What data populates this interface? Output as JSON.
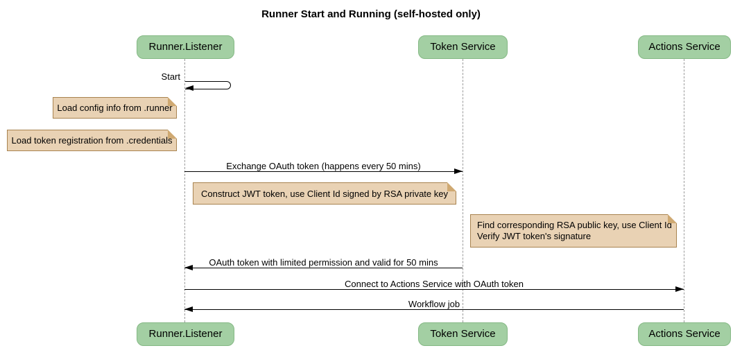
{
  "title": "Runner Start and Running (self-hosted only)",
  "participants": [
    {
      "label": "Runner.Listener"
    },
    {
      "label": "Token Service"
    },
    {
      "label": "Actions Service"
    }
  ],
  "messages": [
    {
      "label": "Start",
      "from": "Runner.Listener",
      "to": "Runner.Listener",
      "kind": "self"
    },
    {
      "label": "Exchange OAuth token (happens every 50 mins)",
      "from": "Runner.Listener",
      "to": "Token Service",
      "kind": "solid-arrow-right"
    },
    {
      "label": "OAuth token with limited permission and valid for 50 mins",
      "from": "Token Service",
      "to": "Runner.Listener",
      "kind": "solid-arrow-left"
    },
    {
      "label": "Connect to Actions Service with OAuth token",
      "from": "Runner.Listener",
      "to": "Actions Service",
      "kind": "solid-arrow-right"
    },
    {
      "label": "Workflow job",
      "from": "Actions Service",
      "to": "Runner.Listener",
      "kind": "solid-arrow-left"
    }
  ],
  "notes": [
    {
      "text": "Load config info from .runner",
      "position": "left of Runner.Listener"
    },
    {
      "text": "Load token registration from .credentials",
      "position": "left of Runner.Listener"
    },
    {
      "text": "Construct JWT token, use Client Id signed by RSA private key",
      "position": "between Runner.Listener and Token Service"
    },
    {
      "lines": [
        "Find corresponding RSA public key, use Client Id",
        "Verify JWT token's signature"
      ],
      "position": "between Token Service and Actions Service"
    }
  ],
  "colors": {
    "background": "#ffffff",
    "participant-fill": "#a3cfa3",
    "participant-border": "#84b884",
    "note-fill": "#e9d2b4",
    "note-border": "#a8834f",
    "note-fold": "#cfa972",
    "lifeline": "#999999",
    "arrow": "#000000"
  }
}
